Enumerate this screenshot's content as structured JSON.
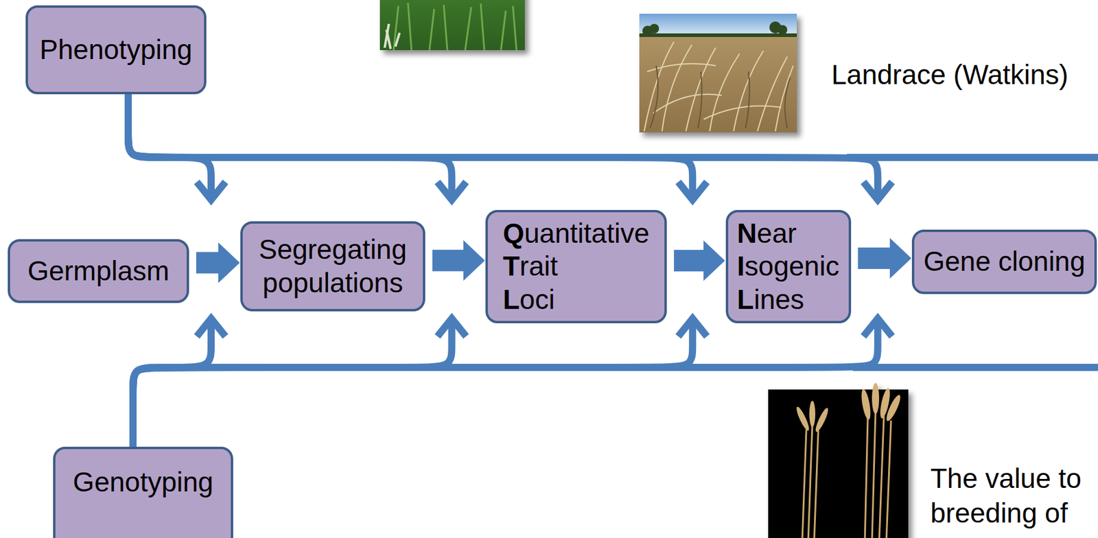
{
  "diagram": {
    "nodes": [
      {
        "text": [
          "Phenotyping"
        ]
      },
      {
        "text": [
          "Germplasm"
        ]
      },
      {
        "text": [
          "Segregating populations"
        ]
      },
      {
        "text": [
          "Quantitative Trait Loci"
        ]
      },
      {
        "text": [
          "Near Isogenic Lines"
        ]
      },
      {
        "text": [
          "Gene cloning"
        ]
      },
      {
        "text": [
          "Genotyping"
        ]
      }
    ],
    "edges": [
      {
        "from": 1,
        "to": 2,
        "arrow": "to"
      },
      {
        "from": 2,
        "to": 3,
        "arrow": "to"
      },
      {
        "from": 3,
        "to": 4,
        "arrow": "to"
      },
      {
        "from": 4,
        "to": 5,
        "arrow": "to"
      },
      {
        "from": 0,
        "to": 2,
        "arrow": "to"
      },
      {
        "from": 0,
        "to": 3,
        "arrow": "to"
      },
      {
        "from": 0,
        "to": 4,
        "arrow": "to"
      },
      {
        "from": 0,
        "to": 5,
        "arrow": "to"
      },
      {
        "from": 6,
        "to": 2,
        "arrow": "to"
      },
      {
        "from": 6,
        "to": 3,
        "arrow": "to"
      },
      {
        "from": 6,
        "to": 4,
        "arrow": "to"
      },
      {
        "from": 6,
        "to": 5,
        "arrow": "to"
      }
    ],
    "labels": [
      "Landrace (Watkins)",
      "The value to breeding of"
    ]
  }
}
